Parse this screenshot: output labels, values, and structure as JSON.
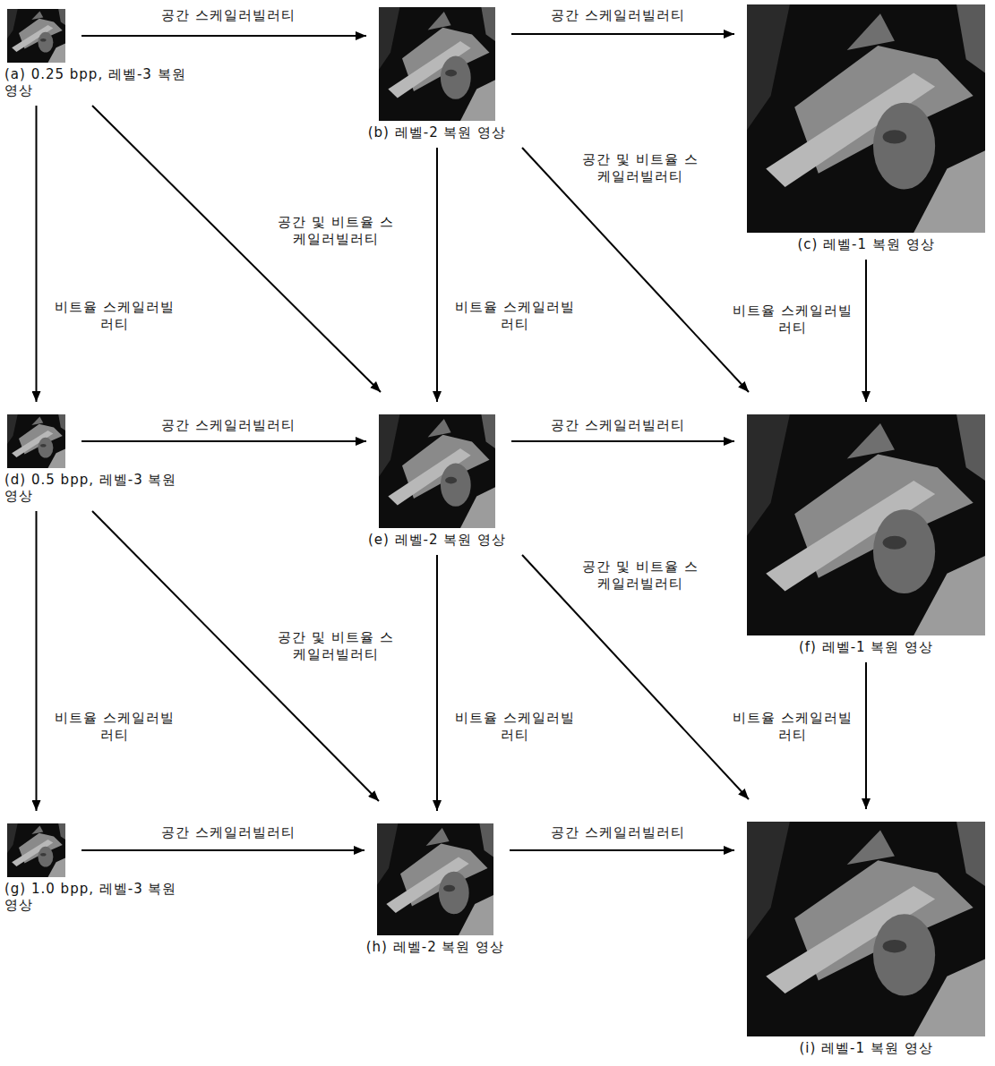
{
  "diagram": {
    "nodes": [
      {
        "text": [
          "(a) 0.25 bpp, 레벨-3 복원 영상"
        ]
      },
      {
        "text": [
          "(b) 레벨-2 복원 영상"
        ]
      },
      {
        "text": [
          "(c) 레벨-1 복원 영상"
        ]
      },
      {
        "text": [
          "(d) 0.5 bpp, 레벨-3 복원 영상"
        ]
      },
      {
        "text": [
          "(e) 레벨-2 복원 영상"
        ]
      },
      {
        "text": [
          "(f) 레벨-1 복원 영상"
        ]
      },
      {
        "text": [
          "(g) 1.0 bpp, 레벨-3 복원 영상"
        ]
      },
      {
        "text": [
          "(h) 레벨-2 복원 영상"
        ]
      },
      {
        "text": [
          "(i) 레벨-1 복원 영상"
        ]
      }
    ],
    "edges": [
      {
        "from": 0,
        "to": 1,
        "arrow": "to",
        "label": "공간 스케일러빌러티"
      },
      {
        "from": 1,
        "to": 2,
        "arrow": "to",
        "label": "공간 스케일러빌러티"
      },
      {
        "from": 0,
        "to": 3,
        "arrow": "to",
        "label": "비트율 스케일러빌러티"
      },
      {
        "from": 0,
        "to": 4,
        "arrow": "to",
        "label": "공간 및 비트율 스케일러빌러티"
      },
      {
        "from": 1,
        "to": 4,
        "arrow": "to",
        "label": "비트율 스케일러빌러티"
      },
      {
        "from": 1,
        "to": 5,
        "arrow": "to",
        "label": "공간 및 비트율 스케일러빌러티"
      },
      {
        "from": 2,
        "to": 5,
        "arrow": "to",
        "label": "비트율 스케일러빌러티"
      },
      {
        "from": 3,
        "to": 4,
        "arrow": "to",
        "label": "공간 스케일러빌러티"
      },
      {
        "from": 4,
        "to": 5,
        "arrow": "to",
        "label": "공간 스케일러빌러티"
      },
      {
        "from": 3,
        "to": 6,
        "arrow": "to",
        "label": "비트율 스케일러빌러티"
      },
      {
        "from": 3,
        "to": 7,
        "arrow": "to",
        "label": "공간 및 비트율 스케일러빌러티"
      },
      {
        "from": 4,
        "to": 7,
        "arrow": "to",
        "label": "비트율 스케일러빌러티"
      },
      {
        "from": 4,
        "to": 8,
        "arrow": "to",
        "label": "공간 및 비트율 스케일러빌러티"
      },
      {
        "from": 5,
        "to": 8,
        "arrow": "to",
        "label": "비트율 스케일러빌러티"
      },
      {
        "from": 6,
        "to": 7,
        "arrow": "to",
        "label": "공간 스케일러빌러티"
      },
      {
        "from": 7,
        "to": 8,
        "arrow": "to",
        "label": "공간 스케일러빌러티"
      }
    ]
  }
}
